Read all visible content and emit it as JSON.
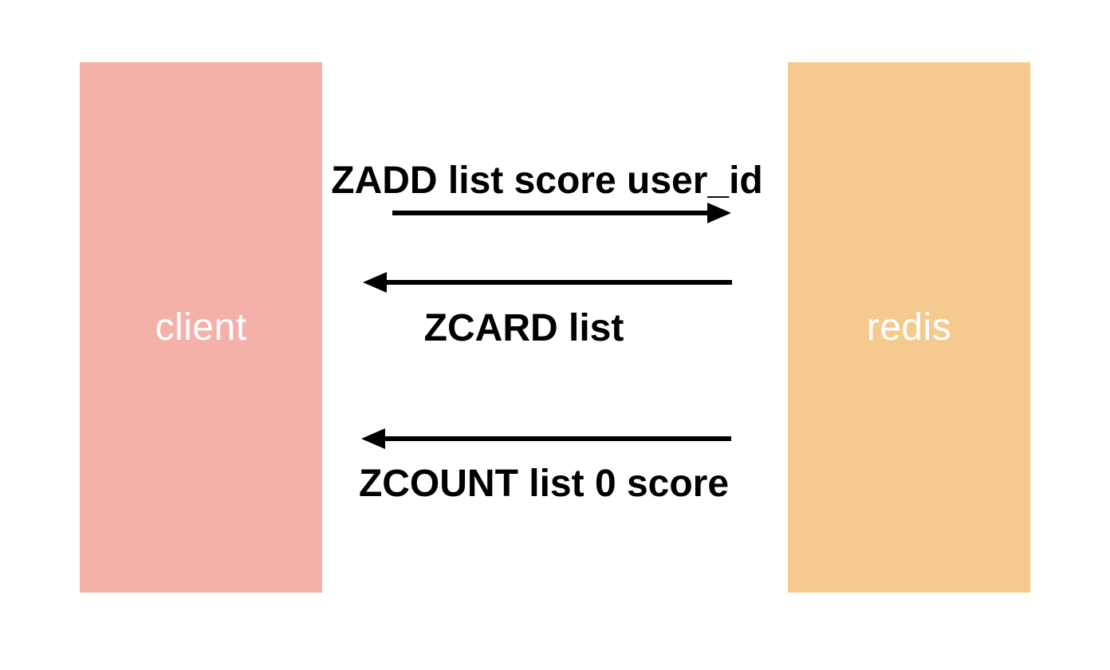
{
  "diagram": {
    "type": "sequence",
    "background": "#ffffff",
    "arrow_color": "#000000",
    "label_color": "#000000",
    "actors": [
      {
        "label": "client",
        "color": "#f3b1a9",
        "text_color": "#ffffff"
      },
      {
        "label": "redis",
        "color": "#f5ca8e",
        "text_color": "#ffffff"
      }
    ],
    "messages": [
      {
        "label": "ZADD list score user_id",
        "direction": "right",
        "from": "client",
        "to": "redis"
      },
      {
        "label": "ZCARD list",
        "direction": "left",
        "from": "redis",
        "to": "client"
      },
      {
        "label": "ZCOUNT list 0 score",
        "direction": "left",
        "from": "redis",
        "to": "client"
      }
    ]
  }
}
